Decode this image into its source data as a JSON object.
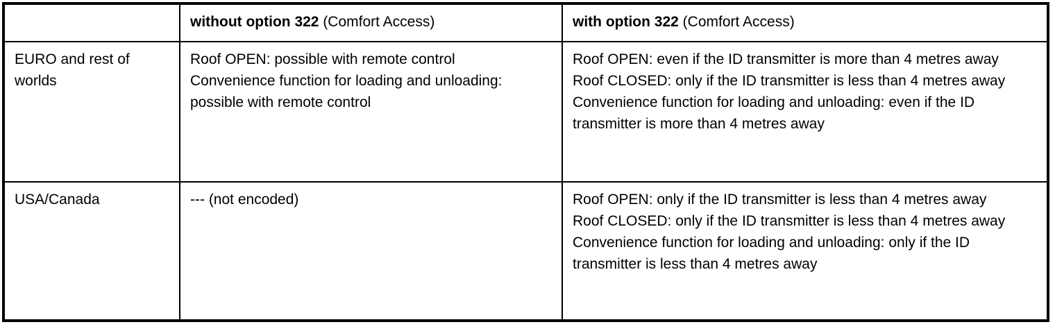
{
  "table": {
    "colors": {
      "border": "#000000",
      "text": "#000000",
      "background": "#ffffff"
    },
    "header": {
      "corner": "",
      "without": {
        "bold": "without option 322",
        "rest": " (Comfort Access)"
      },
      "with": {
        "bold": "with option 322",
        "rest": " (Comfort Access)"
      }
    },
    "rows": [
      {
        "region": "EURO and rest of worlds",
        "without": "Roof OPEN: possible with remote control\nConvenience function for loading and unloading: possible with remote control",
        "with": "Roof OPEN: even if the ID transmitter is more than 4 metres away\nRoof CLOSED: only if the ID transmitter is less than 4 metres away\nConvenience function for loading and unloading: even if the ID transmitter is more than 4 metres away"
      },
      {
        "region": "USA/Canada",
        "without": "--- (not encoded)",
        "with": "Roof OPEN: only if the ID transmitter is less than 4 metres away\nRoof CLOSED: only if the ID transmitter is less than 4 metres away\nConvenience function for loading and unloading: only if the ID transmitter is less than 4 metres away"
      }
    ]
  }
}
